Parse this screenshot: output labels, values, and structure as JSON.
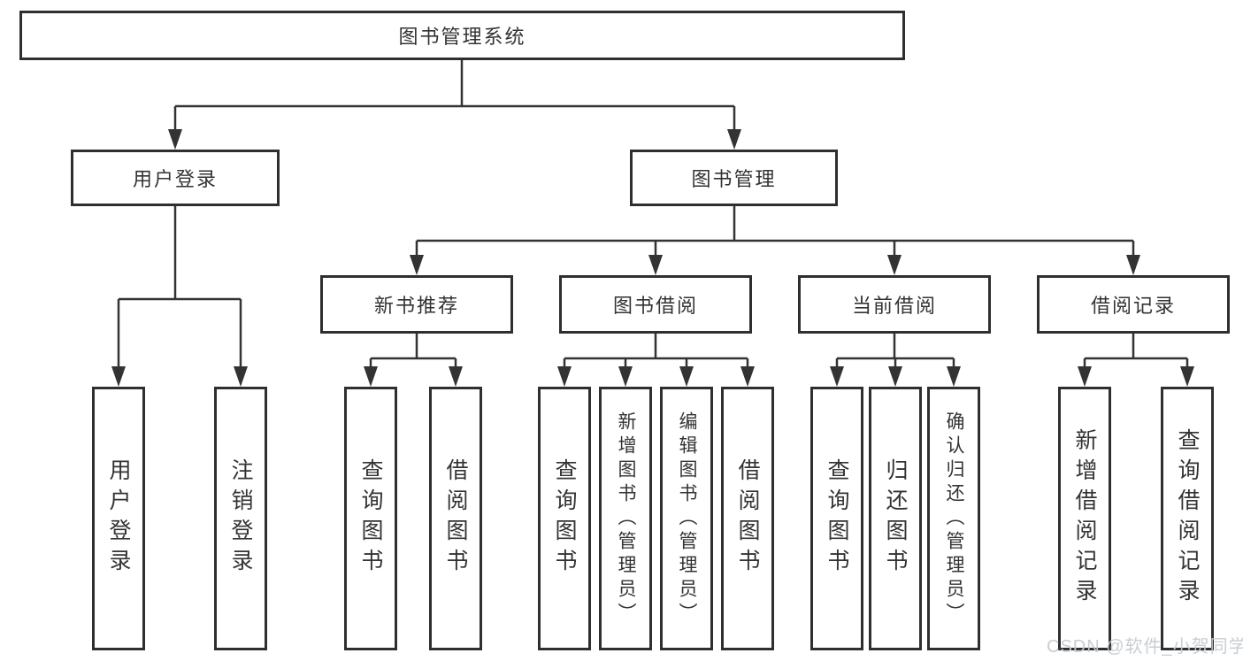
{
  "nodes": {
    "root": {
      "label": "图书管理系统"
    },
    "user_login": {
      "label": "用户登录"
    },
    "book_mgmt": {
      "label": "图书管理"
    },
    "new_book_rec": {
      "label": "新书推荐"
    },
    "book_borrow": {
      "label": "图书借阅"
    },
    "current_borrow": {
      "label": "当前借阅"
    },
    "borrow_records": {
      "label": "借阅记录"
    },
    "leaf_user_login": {
      "label": "用户登录"
    },
    "leaf_logout_login": {
      "label": "注销登录"
    },
    "leaf_query_book_rec": {
      "label": "查询图书"
    },
    "leaf_borrow_book_rec": {
      "label": "借阅图书"
    },
    "leaf_query_book_borrow": {
      "label": "查询图书"
    },
    "leaf_add_book_admin": {
      "label": "新增图书（管理员）"
    },
    "leaf_edit_book_admin": {
      "label": "编辑图书（管理员）"
    },
    "leaf_borrow_book_borrow": {
      "label": "借阅图书"
    },
    "leaf_query_book_current": {
      "label": "查询图书"
    },
    "leaf_return_book": {
      "label": "归还图书"
    },
    "leaf_confirm_return_admin": {
      "label": "确认归还（管理员）"
    },
    "leaf_add_borrow_record": {
      "label": "新增借阅记录"
    },
    "leaf_query_borrow_record": {
      "label": "查询借阅记录"
    }
  },
  "watermark": {
    "text": "CSDN @软件_小贺同学"
  },
  "colors": {
    "line": "#333333",
    "box_border": "#2f2f2f",
    "text": "#333333",
    "watermark": "#c5cbd1",
    "background": "#ffffff"
  }
}
